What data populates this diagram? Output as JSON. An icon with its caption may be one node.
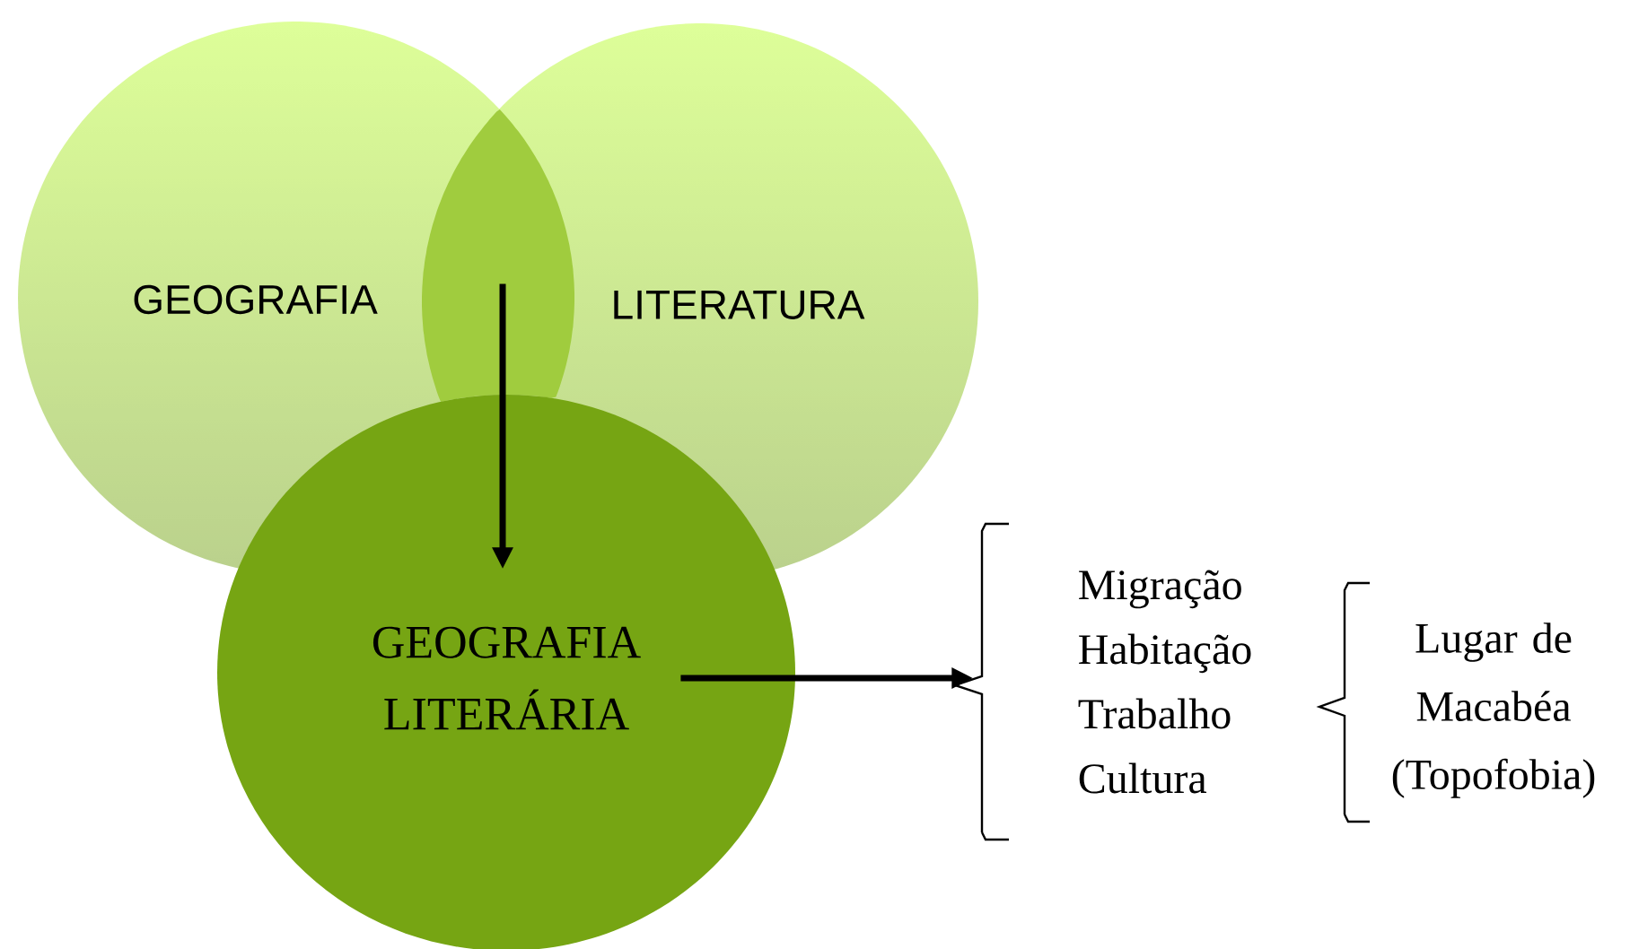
{
  "diagram": {
    "nodes": [
      {
        "text": [
          "GEOGRAFIA"
        ]
      },
      {
        "text": [
          "LITERATURA"
        ]
      },
      {
        "text": [
          "GEOGRAFIA LITERÁRIA"
        ]
      },
      {
        "text": [
          "Migração",
          "Habitação",
          "Trabalho",
          "Cultura"
        ]
      },
      {
        "text": [
          "Lugar de Macabéa (Topofobia)"
        ]
      },
      {
        "text": [],
        "shape": "lens"
      }
    ],
    "edges": [
      {
        "from": 5,
        "to": 2,
        "arrow": "to"
      },
      {
        "from": 2,
        "to": 3,
        "arrow": "to"
      }
    ]
  }
}
